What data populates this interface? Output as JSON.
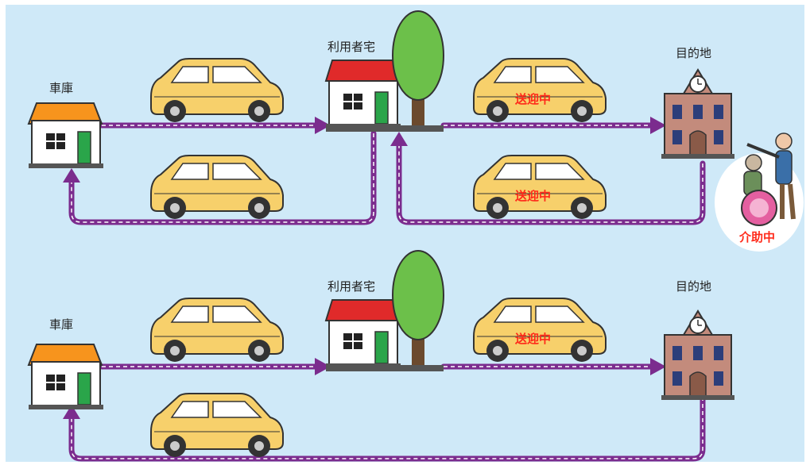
{
  "labels": {
    "garage": "車庫",
    "user_home": "利用者宅",
    "destination": "目的地",
    "picking_up": "送迎中",
    "assisting": "介助中"
  },
  "colors": {
    "background": "#cfe9f8",
    "route": "#7b2c8e",
    "car_body": "#f7d06b",
    "badge_text": "#ff2a1a"
  },
  "icons": [
    "garage-house-icon",
    "user-home-house-icon",
    "tree-icon",
    "car-icon",
    "destination-building-icon",
    "caregiver-wheelchair-icon",
    "route-arrow-icon"
  ]
}
